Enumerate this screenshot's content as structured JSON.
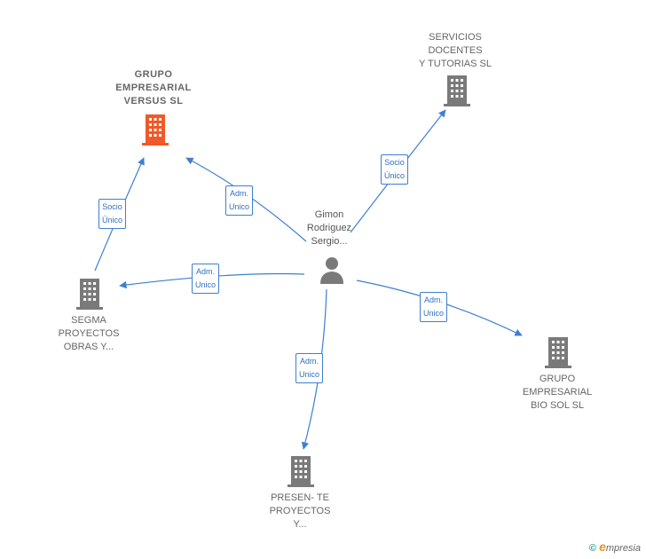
{
  "nodes": {
    "versus": {
      "label": "GRUPO\nEMPRESARIAL\nVERSUS SL",
      "icon": "building-icon",
      "color": "#f05a28"
    },
    "servicios": {
      "label": "SERVICIOS\nDOCENTES\nY TUTORIAS SL",
      "icon": "building-icon",
      "color": "#7a7a7a"
    },
    "segma": {
      "label": "SEGMA\nPROYECTOS\nOBRAS Y...",
      "icon": "building-icon",
      "color": "#7a7a7a"
    },
    "biosol": {
      "label": "GRUPO\nEMPRESARIAL\nBIO SOL SL",
      "icon": "building-icon",
      "color": "#7a7a7a"
    },
    "presente": {
      "label": "PRESEN- TE\nPROYECTOS\nY...",
      "icon": "building-icon",
      "color": "#7a7a7a"
    },
    "person": {
      "label": "Gimon\nRodriguez\nSergio...",
      "icon": "person-icon",
      "color": "#7a7a7a"
    }
  },
  "edges": {
    "segma_versus": "Socio\nÚnico",
    "person_versus": "Adm.\nUnico",
    "person_servicios": "Socio\nÚnico",
    "person_segma": "Adm.\nUnico",
    "person_biosol": "Adm.\nUnico",
    "person_presente": "Adm.\nUnico"
  },
  "colors": {
    "edge": "#3d7fd1"
  },
  "footer": {
    "copyright": "©",
    "brand_initial": "e",
    "brand_rest": "mpresia"
  }
}
